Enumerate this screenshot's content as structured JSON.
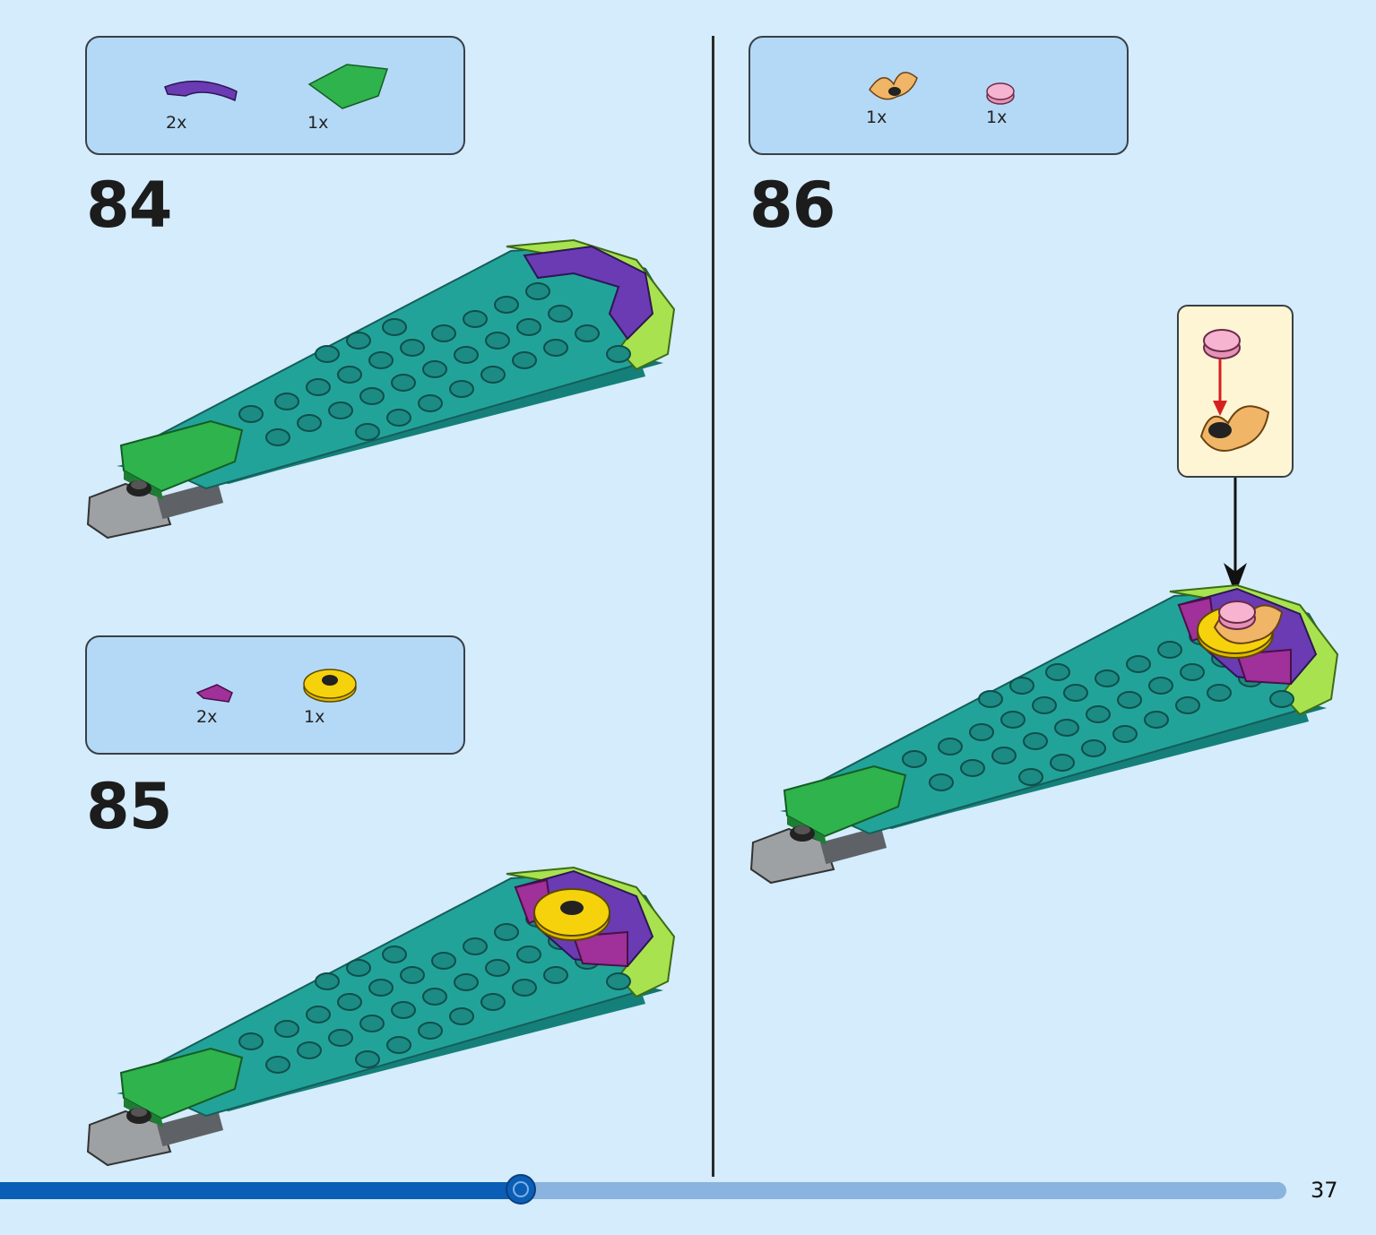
{
  "steps": [
    {
      "number": "84",
      "parts": [
        {
          "qty": "2x",
          "icon": "purple-curved-tile-icon"
        },
        {
          "qty": "1x",
          "icon": "green-wedge-plate-icon"
        }
      ]
    },
    {
      "number": "85",
      "parts": [
        {
          "qty": "2x",
          "icon": "magenta-wedge-tile-icon"
        },
        {
          "qty": "1x",
          "icon": "yellow-round-plate-icon"
        }
      ]
    },
    {
      "number": "86",
      "parts": [
        {
          "qty": "1x",
          "icon": "gold-leaf-piece-icon"
        },
        {
          "qty": "1x",
          "icon": "pink-round-tile-icon"
        }
      ]
    }
  ],
  "page": {
    "number": "37",
    "progress_fraction": 0.405
  },
  "colors": {
    "background": "#d4ecfb",
    "box": "#b4d9f6",
    "teal": "#1f9e96",
    "lime": "#a8e34f",
    "green": "#2fb34d",
    "purple": "#6b3bb3",
    "magenta": "#a0309a",
    "yellow": "#f6d20c",
    "progress_done": "#0a5eb5",
    "progress_todo": "#8ab3df"
  }
}
